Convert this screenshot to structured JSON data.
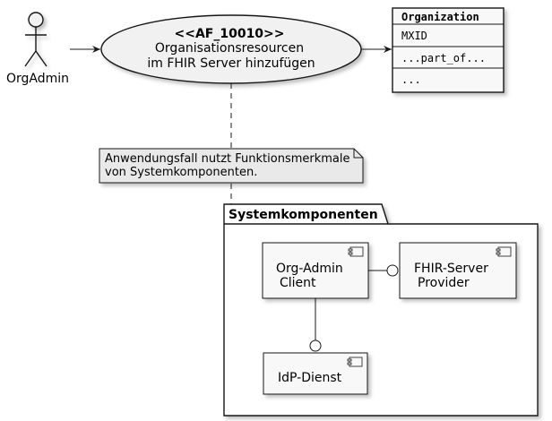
{
  "actor": {
    "name": "OrgAdmin"
  },
  "usecase": {
    "id": "<<AF_10010>>",
    "line1": "Organisationsresourcen",
    "line2": "im FHIR Server hinzufügen"
  },
  "entity": {
    "title": "Organization",
    "field1": "MXID",
    "field2": "...part_of...",
    "field3": "..."
  },
  "note": {
    "line1": "Anwendungsfall nutzt Funktionsmerkmale",
    "line2": "von Systemkomponenten."
  },
  "package": {
    "title": "Systemkomponenten",
    "components": {
      "orgadmin_client": {
        "line1": "Org-Admin",
        "line2": "Client"
      },
      "fhir_provider": {
        "line1": "FHIR-Server",
        "line2": "Provider"
      },
      "idp": {
        "line1": "IdP-Dienst"
      }
    }
  },
  "colors": {
    "stroke": "#181818",
    "fill": "#f1f1f1",
    "box_fill": "#f8f8f8",
    "note_fill": "#e9e9e9"
  }
}
